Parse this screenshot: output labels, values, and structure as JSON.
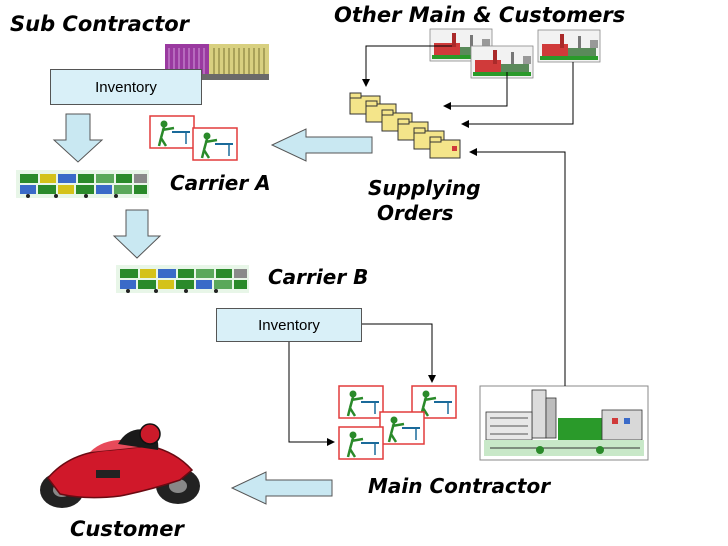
{
  "labels": {
    "sub_contractor": "Sub Contractor",
    "other_main": "Other Main & Customers",
    "carrier_a": "Carrier A",
    "carrier_b": "Carrier B",
    "supplying": "Supplying",
    "orders": "Orders",
    "main_contractor": "Main Contractor",
    "customer": "Customer"
  },
  "boxes": {
    "inventory_top": "Inventory",
    "inventory_mid": "Inventory"
  },
  "colors": {
    "block_arrow_fill": "#c9e8f2",
    "box_fill": "#d9f0f8",
    "frame_red": "#e23b3b",
    "folder_yellow": "#f4e58a",
    "motorcycle_red": "#d0182a"
  }
}
